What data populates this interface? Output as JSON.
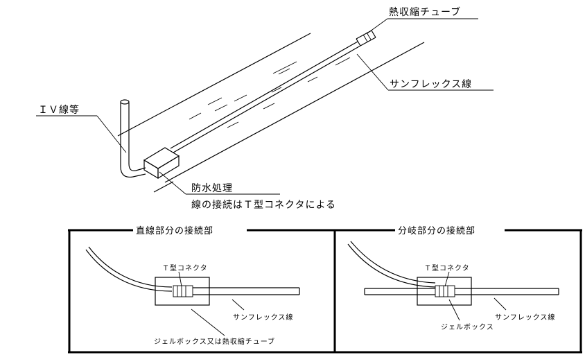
{
  "top_diagram": {
    "heat_shrink_tube_label": "熱収縮チューブ",
    "sunflex_wire_label": "サンフレックス線",
    "iv_wire_label": "ＩＶ線等",
    "waterproof_label": "防水処理",
    "connection_note": "線の接続はＴ型コネクタによる"
  },
  "panel_straight": {
    "title": "直線部分の接続部",
    "t_connector_label": "Ｔ型コネクタ",
    "sunflex_wire_label": "サンフレックス線",
    "enclosure_label": "ジェルボックス又は熱収縮チューブ"
  },
  "panel_branch": {
    "title": "分岐部分の接続部",
    "t_connector_label": "Ｔ型コネクタ",
    "sunflex_wire_label": "サンフレックス線",
    "enclosure_label": "ジェルボックス"
  }
}
